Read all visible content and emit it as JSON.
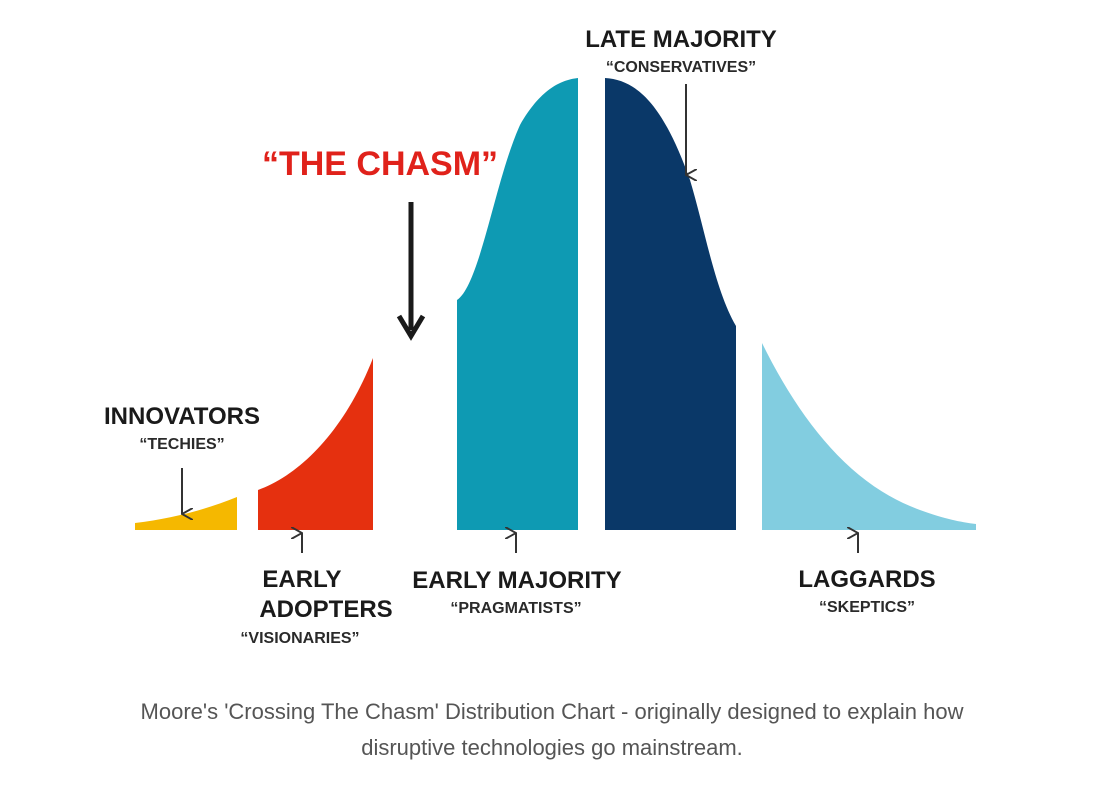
{
  "colors": {
    "innovators": "#f5b800",
    "early_adopters": "#e5300f",
    "early_majority": "#0e9ab3",
    "late_majority": "#0a3868",
    "laggards": "#82cde0",
    "chasm_text": "#e0221b"
  },
  "chasm_label": "“THE CHASM”",
  "segments": {
    "innovators": {
      "title": "INNOVATORS",
      "subtitle": "“TECHIES”"
    },
    "early_adopters": {
      "title_line1": "EARLY",
      "title_line2": "ADOPTERS",
      "subtitle": "“VISIONARIES”"
    },
    "early_majority": {
      "title": "EARLY MAJORITY",
      "subtitle": "“PRAGMATISTS”"
    },
    "late_majority": {
      "title": "LATE MAJORITY",
      "subtitle": "“CONSERVATIVES”"
    },
    "laggards": {
      "title": "LAGGARDS",
      "subtitle": "“SKEPTICS”"
    }
  },
  "caption_line1": "Moore's 'Crossing The Chasm' Distribution Chart - originally designed to explain how",
  "caption_line2": "disruptive technologies go mainstream."
}
